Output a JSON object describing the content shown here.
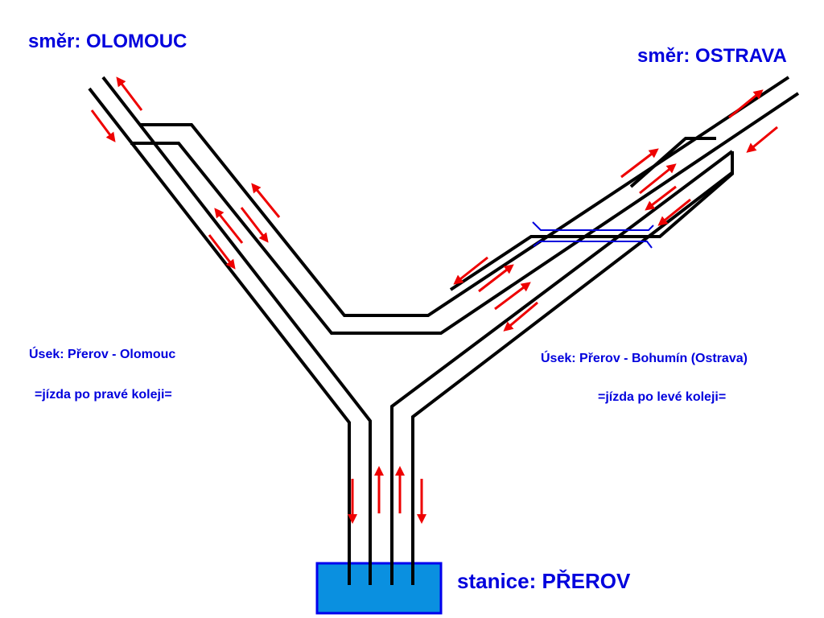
{
  "labels": {
    "direction_olomouc": "směr: OLOMOUC",
    "direction_ostrava": "směr: OSTRAVA",
    "section_olomouc": "Úsek: Přerov - Olomouc",
    "rule_olomouc": "=jízda po pravé koleji=",
    "section_ostrava": "Úsek: Přerov - Bohumín (Ostrava)",
    "rule_ostrava": "=jízda po levé koleji=",
    "station": "stanice: PŘEROV"
  },
  "colors": {
    "text": "#0000dd",
    "track": "#000000",
    "arrow": "#ee0000",
    "station_fill": "#0a90e0",
    "station_border": "#0000ee",
    "bridge": "#0000dd"
  }
}
